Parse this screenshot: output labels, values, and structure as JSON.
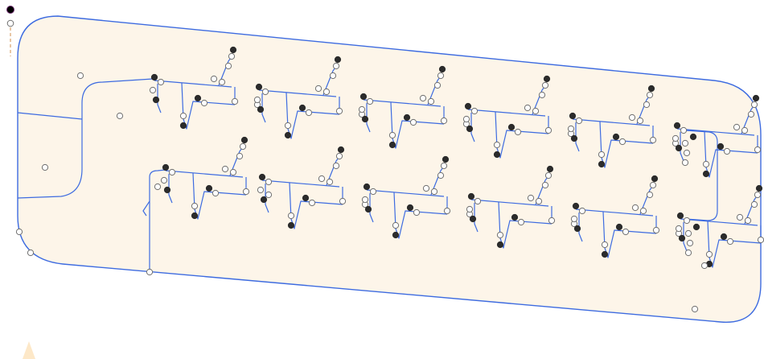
{
  "colors": {
    "board_fill": "#fdf5e9",
    "wire": "#3d6be0",
    "node_open": "#ffffff",
    "node_filled": "#2b2b2b",
    "start_marker": "#8a2f7a"
  },
  "diagram": {
    "rows": 2,
    "stages_per_row": 6,
    "loose_nodes": 9
  }
}
